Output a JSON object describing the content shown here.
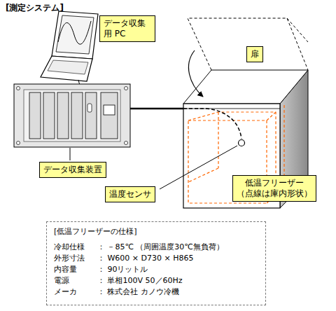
{
  "diagram": {
    "title": "[測定システム]",
    "nodes": [
      {
        "text": [
          "データ収集用 PC"
        ]
      },
      {
        "text": [
          "扉"
        ]
      },
      {
        "text": [
          "データ収集装置"
        ]
      },
      {
        "text": [
          "低温フリーザー",
          "（点線は庫内形状）"
        ]
      },
      {
        "text": [
          "温度センサ"
        ]
      },
      {
        "text": [
          "[低温フリーザーの仕様]",
          "冷却仕様",
          "： －85℃ （周囲温度30℃無負荷）",
          "外形寸法",
          "： W600 × D730 × H865",
          "内容量",
          "： 90リットル",
          "電源",
          "： 単相100V 50／60Hz",
          "メーカ",
          "： 株式会社 カノウ冷機"
        ]
      }
    ]
  }
}
